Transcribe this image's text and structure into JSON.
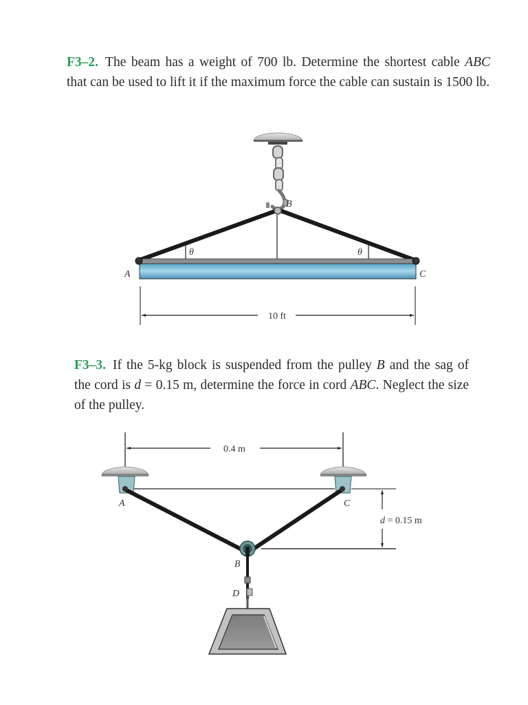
{
  "problems": [
    {
      "id": "F3-2",
      "label": "F3–2.",
      "text_parts": {
        "part1": "The beam has a weight of 700 lb. Determine the shortest cable ",
        "italic1": "ABC",
        "part2": " that can be used to lift it if the maximum force the cable can sustain is 1500 lb."
      },
      "figure": {
        "points": {
          "A": "A",
          "B": "B",
          "C": "C"
        },
        "angle_symbol": "θ",
        "span_label": "10 ft"
      }
    },
    {
      "id": "F3-3",
      "label": "F3–3.",
      "text_parts": {
        "part1": "If the 5-kg block is suspended from the pulley ",
        "italic1": "B",
        "part2": " and the sag of the cord is ",
        "italic2": "d",
        "part3": " = 0.15 m, determine the force in cord ",
        "italic3": "ABC",
        "part4": ". Neglect the size of the pulley."
      },
      "figure": {
        "points": {
          "A": "A",
          "B": "B",
          "C": "C",
          "D": "D"
        },
        "span_label": "0.4 m",
        "sag_label_var": "d",
        "sag_label_value": " = 0.15 m"
      }
    }
  ],
  "colors": {
    "label_green": "#2e9c5a",
    "beam_blue": "#7fc3df",
    "bracket_teal": "#9cc4c8",
    "cable": "#1a1a1a",
    "support_gray": "#c8c8c8"
  }
}
